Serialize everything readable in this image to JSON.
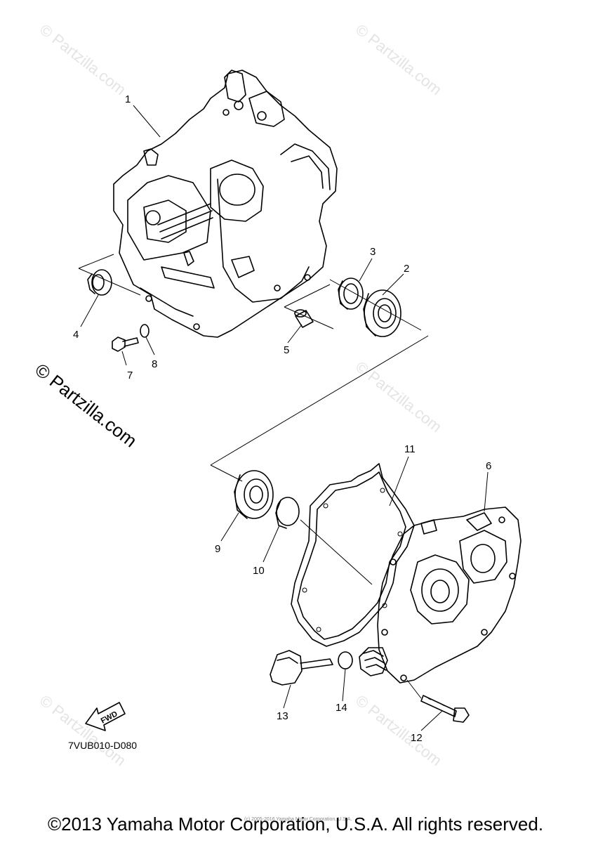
{
  "callouts": [
    {
      "id": "c1",
      "label": "1"
    },
    {
      "id": "c2",
      "label": "2"
    },
    {
      "id": "c3",
      "label": "3"
    },
    {
      "id": "c4",
      "label": "4"
    },
    {
      "id": "c5",
      "label": "5"
    },
    {
      "id": "c6",
      "label": "6"
    },
    {
      "id": "c7",
      "label": "7"
    },
    {
      "id": "c8",
      "label": "8"
    },
    {
      "id": "c9",
      "label": "9"
    },
    {
      "id": "c10",
      "label": "10"
    },
    {
      "id": "c11",
      "label": "11"
    },
    {
      "id": "c12",
      "label": "12"
    },
    {
      "id": "c13",
      "label": "13"
    },
    {
      "id": "c14",
      "label": "14"
    }
  ],
  "watermark": {
    "text": "© Partzilla.com",
    "faint_color": "#e4e4e4"
  },
  "fwd_label": "FWD",
  "diagram_code": "7VUB010-D080",
  "footer": {
    "copyright": "©2013 Yamaha Motor Corporation, U.S.A. All rights reserved.",
    "small_copyright": "(c) 2005-2016 Yamaha Motor Corporation, U.S.A."
  }
}
